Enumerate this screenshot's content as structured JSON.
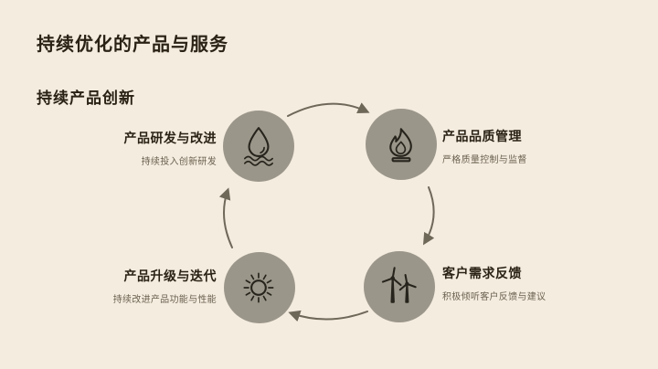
{
  "theme": {
    "bg": "#f4ecdf",
    "ink": "#2a2214",
    "muted": "#6b6150",
    "circle": "#9b968a",
    "arrow": "#6e6859",
    "icon": "#26241c"
  },
  "slide": {
    "title": "持续优化的产品与服务",
    "subtitle": "持续产品创新"
  },
  "diagram": {
    "type": "cycle",
    "direction": "clockwise",
    "nodes": [
      {
        "label": "产品研发与改进",
        "subtext": "持续投入创新研发",
        "icon": "water-drop-icon",
        "position": "top-left"
      },
      {
        "label": "产品品质管理",
        "subtext": "严格质量控制与监督",
        "icon": "flame-icon",
        "position": "top-right"
      },
      {
        "label": "客户需求反馈",
        "subtext": "积极倾听客户反馈与建议",
        "icon": "wind-turbine-icon",
        "position": "bottom-right"
      },
      {
        "label": "产品升级与迭代",
        "subtext": "持续改进产品功能与性能",
        "icon": "sun-icon",
        "position": "bottom-left"
      }
    ]
  }
}
